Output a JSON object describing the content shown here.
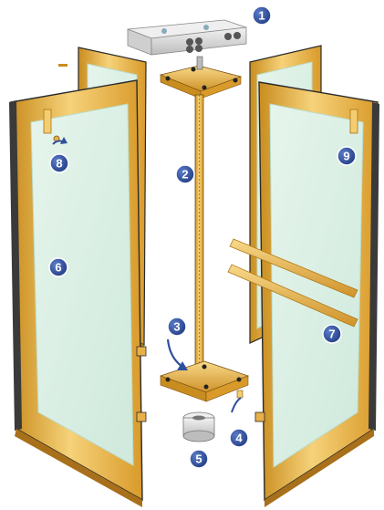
{
  "diagram": {
    "callouts": [
      {
        "num": "1",
        "part": "top-bearing-block"
      },
      {
        "num": "2",
        "part": "center-shaft"
      },
      {
        "num": "3",
        "part": "bottom-cross-hub"
      },
      {
        "num": "4",
        "part": "hub-fastener"
      },
      {
        "num": "5",
        "part": "floor-bearing"
      },
      {
        "num": "6",
        "part": "door-glass-panel"
      },
      {
        "num": "7",
        "part": "push-bar-handles"
      },
      {
        "num": "8",
        "part": "door-clip-left"
      },
      {
        "num": "9",
        "part": "door-clip-right"
      }
    ],
    "colors": {
      "frame_gold": "#f3c25a",
      "frame_gold_dark": "#c98d1f",
      "frame_edge": "#2b2b2b",
      "glass": "#d9efe4",
      "glass_edge": "#b9dccb",
      "callout_fill": "#2f4f9c",
      "callout_ring": "#ffffff",
      "metal": "#d8d8d8"
    }
  }
}
